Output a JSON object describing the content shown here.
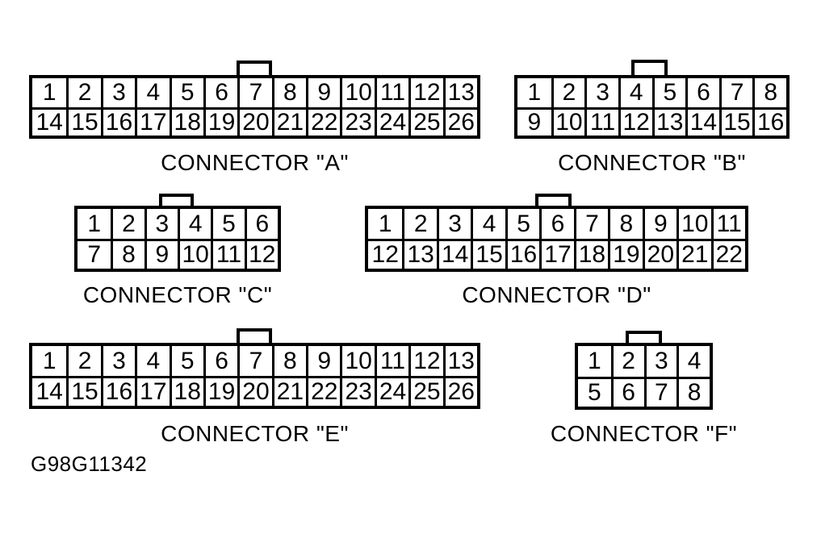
{
  "figure": {
    "code": "G98G11342",
    "background_color": "#ffffff",
    "line_color": "#000000"
  },
  "connectors": [
    {
      "id": "A",
      "label": "CONNECTOR \"A\"",
      "columns": 13,
      "pin_count": 26,
      "key_tab_position": "over pin 7",
      "rows": [
        [
          1,
          2,
          3,
          4,
          5,
          6,
          7,
          8,
          9,
          10,
          11,
          12,
          13
        ],
        [
          14,
          15,
          16,
          17,
          18,
          19,
          20,
          21,
          22,
          23,
          24,
          25,
          26
        ]
      ]
    },
    {
      "id": "B",
      "label": "CONNECTOR \"B\"",
      "columns": 8,
      "pin_count": 16,
      "key_tab_position": "between pins 4 and 5",
      "rows": [
        [
          1,
          2,
          3,
          4,
          5,
          6,
          7,
          8
        ],
        [
          9,
          10,
          11,
          12,
          13,
          14,
          15,
          16
        ]
      ]
    },
    {
      "id": "C",
      "label": "CONNECTOR \"C\"",
      "columns": 6,
      "pin_count": 12,
      "key_tab_position": "between pins 3 and 4",
      "rows": [
        [
          1,
          2,
          3,
          4,
          5,
          6
        ],
        [
          7,
          8,
          9,
          10,
          11,
          12
        ]
      ]
    },
    {
      "id": "D",
      "label": "CONNECTOR \"D\"",
      "columns": 11,
      "pin_count": 22,
      "key_tab_position": "over pin 6",
      "rows": [
        [
          1,
          2,
          3,
          4,
          5,
          6,
          7,
          8,
          9,
          10,
          11
        ],
        [
          12,
          13,
          14,
          15,
          16,
          17,
          18,
          19,
          20,
          21,
          22
        ]
      ]
    },
    {
      "id": "E",
      "label": "CONNECTOR \"E\"",
      "columns": 13,
      "pin_count": 26,
      "key_tab_position": "over pin 7",
      "rows": [
        [
          1,
          2,
          3,
          4,
          5,
          6,
          7,
          8,
          9,
          10,
          11,
          12,
          13
        ],
        [
          14,
          15,
          16,
          17,
          18,
          19,
          20,
          21,
          22,
          23,
          24,
          25,
          26
        ]
      ]
    },
    {
      "id": "F",
      "label": "CONNECTOR \"F\"",
      "columns": 4,
      "pin_count": 8,
      "key_tab_position": "between pins 2 and 3",
      "rows": [
        [
          1,
          2,
          3,
          4
        ],
        [
          5,
          6,
          7,
          8
        ]
      ]
    }
  ]
}
